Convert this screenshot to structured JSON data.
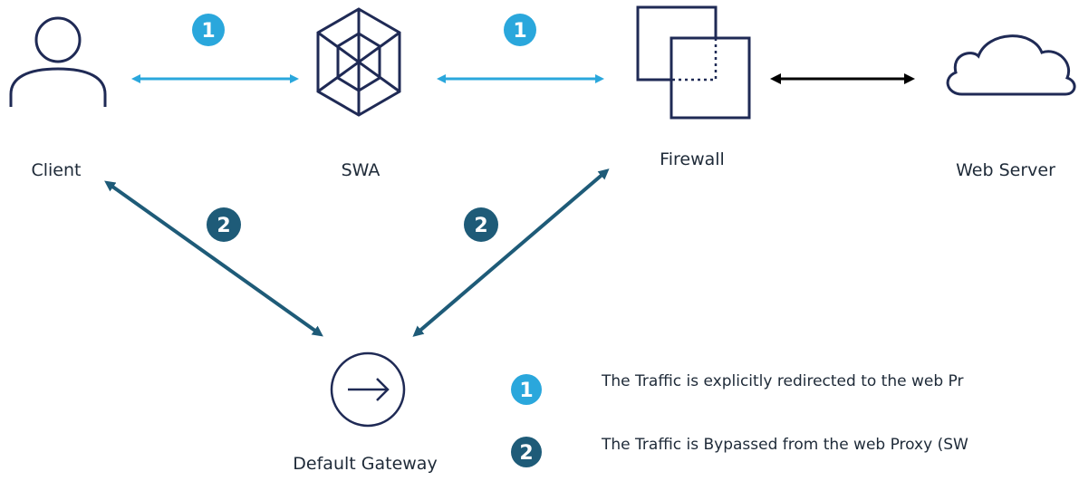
{
  "nodes": {
    "client": "Client",
    "swa": "SWA",
    "firewall": "Firewall",
    "web_server": "Web Server",
    "default_gateway": "Default Gateway"
  },
  "badges": {
    "one": "1",
    "two": "2"
  },
  "legend": [
    {
      "badge": "1",
      "text": "The Traffic is explicitly redirected to the web Pr"
    },
    {
      "badge": "2",
      "text": "The Traffic is Bypassed from the web Proxy (SW"
    }
  ],
  "colors": {
    "path_1": "#2aa7dc",
    "path_2": "#1e5b78",
    "direct_link": "#000000",
    "icon_stroke": "#1f2a55"
  },
  "icons": {
    "client": "person-icon",
    "swa": "hexagon-cube-icon",
    "firewall": "firewall-icon",
    "web_server": "cloud-icon",
    "default_gateway": "gateway-arrow-icon"
  }
}
